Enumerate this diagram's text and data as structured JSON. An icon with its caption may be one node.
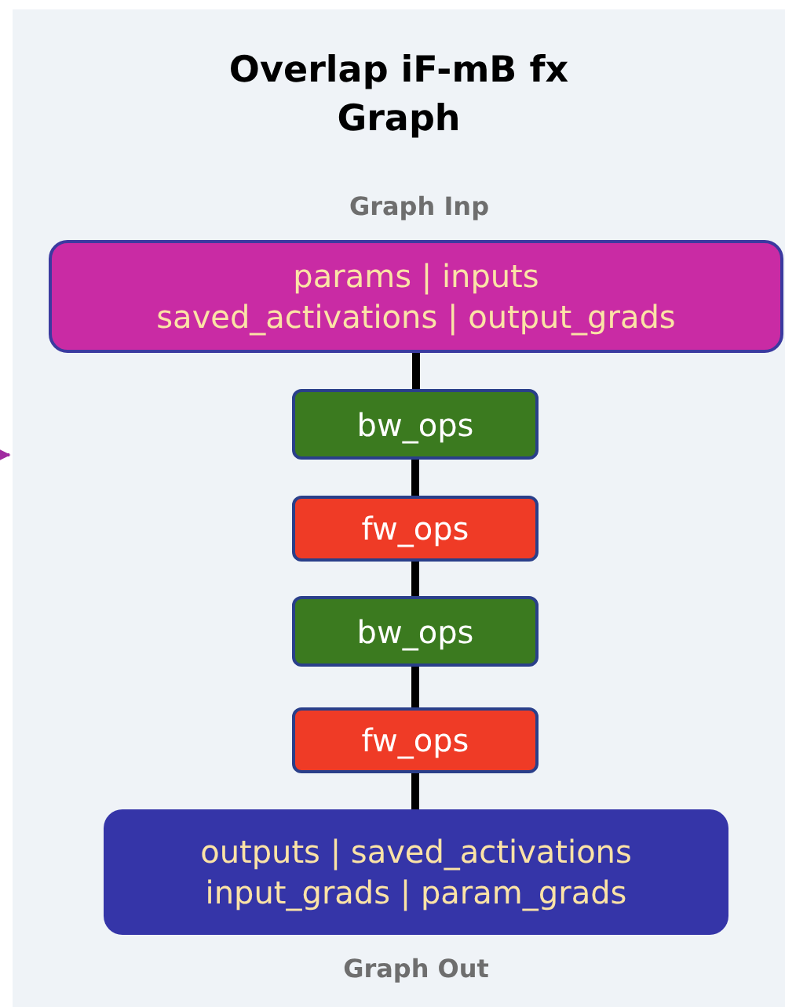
{
  "diagram": {
    "nodes": [
      {
        "text": [
          "Overlap iF-mB fx Graph"
        ]
      },
      {
        "text": [
          "params | inputs",
          "saved_activations | output_grads"
        ],
        "beside": [
          "Graph Inp"
        ],
        "in": 0
      },
      {
        "text": [
          "bw_ops"
        ],
        "in": 0
      },
      {
        "text": [
          "fw_ops"
        ],
        "in": 0
      },
      {
        "text": [
          "bw_ops"
        ],
        "in": 0
      },
      {
        "text": [
          "fw_ops"
        ],
        "in": 0
      },
      {
        "text": [
          "outputs | saved_activations",
          "input_grads | param_grads"
        ],
        "beside": [
          "Graph Out"
        ],
        "in": 0
      }
    ],
    "edges": [
      {
        "from": null,
        "to": 0,
        "arrow": "to",
        "color": "#a02ca0"
      },
      {
        "from": 1,
        "to": 2,
        "arrow": "none"
      },
      {
        "from": 2,
        "to": 3,
        "arrow": "none"
      },
      {
        "from": 3,
        "to": 4,
        "arrow": "none"
      },
      {
        "from": 4,
        "to": 5,
        "arrow": "none"
      },
      {
        "from": 5,
        "to": 6,
        "arrow": "none"
      }
    ]
  }
}
